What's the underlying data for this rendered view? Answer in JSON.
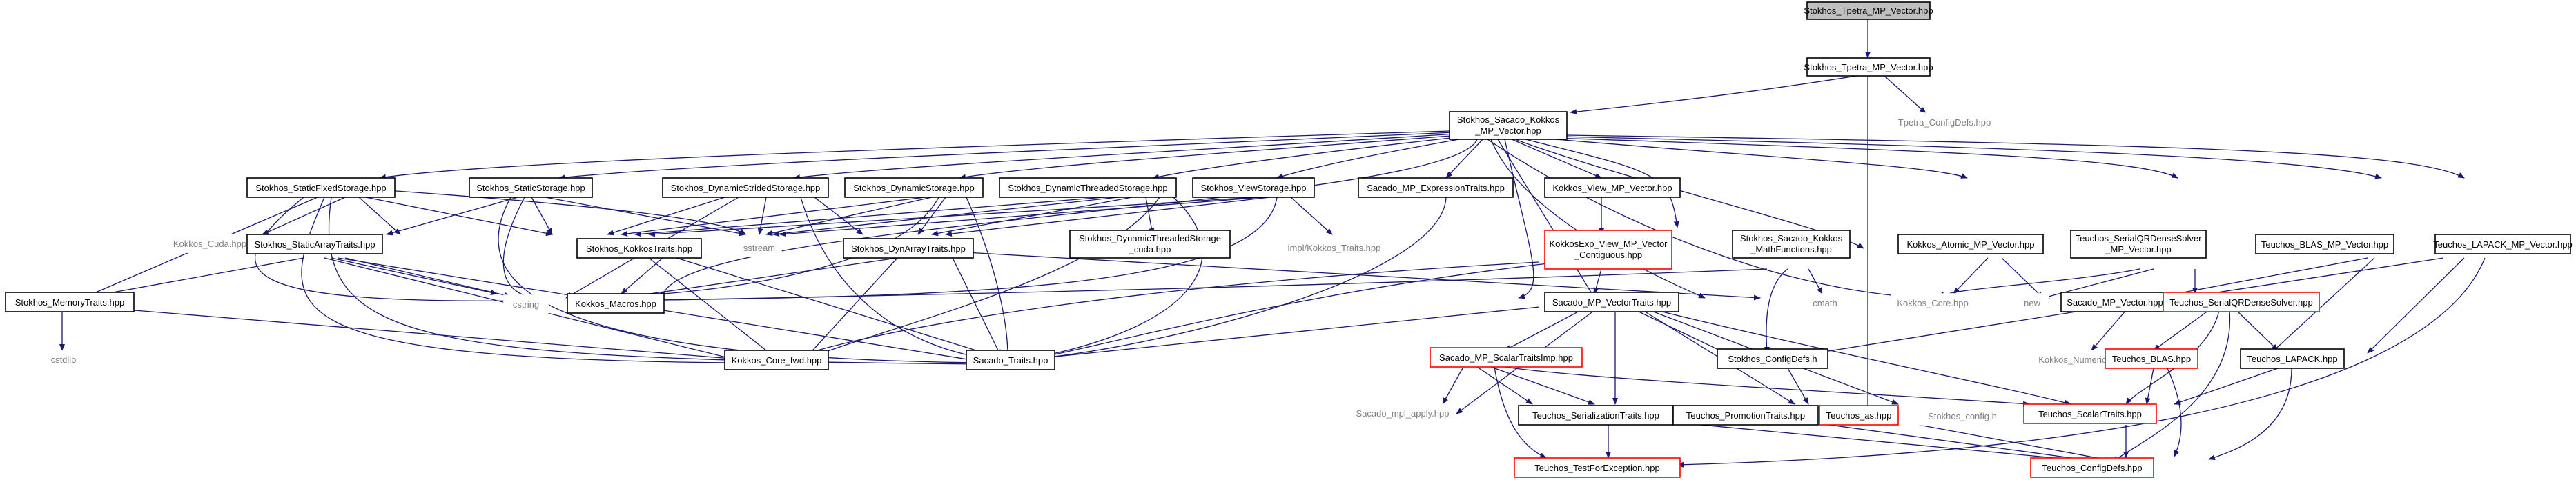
{
  "colors": {
    "edge": "#191970",
    "root_fill": "#bfbfbf",
    "red_border": "#ff0000",
    "gray_text": "#808080"
  },
  "nodes": {
    "root": "Stokhos_Tpetra_MP_Vector.hpp",
    "tpetra_mp": "Stokhos_Tpetra_MP_Vector.hpp",
    "tpetra_configdefs": "Tpetra_ConfigDefs.hpp",
    "sacado_kokkos_mp_1": "Stokhos_Sacado_Kokkos",
    "sacado_kokkos_mp_2": "_MP_Vector.hpp",
    "static_fixed": "Stokhos_StaticFixedStorage.hpp",
    "static_storage": "Stokhos_StaticStorage.hpp",
    "dyn_strided": "Stokhos_DynamicStridedStorage.hpp",
    "dyn_storage": "Stokhos_DynamicStorage.hpp",
    "dyn_threaded": "Stokhos_DynamicThreadedStorage.hpp",
    "view_storage": "Stokhos_ViewStorage.hpp",
    "sacado_mp_expr": "Sacado_MP_ExpressionTraits.hpp",
    "kokkos_view_mp": "Kokkos_View_MP_Vector.hpp",
    "kokkos_cuda": "Kokkos_Cuda.hpp",
    "static_array": "Stokhos_StaticArrayTraits.hpp",
    "kokkos_traits": "Stokhos_KokkosTraits.hpp",
    "sstream": "sstream",
    "dyn_array": "Stokhos_DynArrayTraits.hpp",
    "dyn_threaded_cuda_1": "Stokhos_DynamicThreadedStorage",
    "dyn_threaded_cuda_2": "_cuda.hpp",
    "impl_kokkos_traits": "impl/Kokkos_Traits.hpp",
    "kokkosexp_view_1": "KokkosExp_View_MP_Vector",
    "kokkosexp_view_2": "_Contiguous.hpp",
    "sacado_kokkos_math_1": "Stokhos_Sacado_Kokkos",
    "sacado_kokkos_math_2": "_MathFunctions.hpp",
    "kokkos_atomic": "Kokkos_Atomic_MP_Vector.hpp",
    "teuchos_serialqr_mp_1": "Teuchos_SerialQRDenseSolver",
    "teuchos_serialqr_mp_2": "_MP_Vector.hpp",
    "teuchos_blas_mp": "Teuchos_BLAS_MP_Vector.hpp",
    "teuchos_lapack_mp": "Teuchos_LAPACK_MP_Vector.hpp",
    "memory_traits": "Stokhos_MemoryTraits.hpp",
    "cstring": "cstring",
    "kokkos_macros": "Kokkos_Macros.hpp",
    "cmath": "cmath",
    "kokkos_core": "Kokkos_Core.hpp",
    "new": "new",
    "sacado_mp_vector": "Sacado_MP_Vector.hpp",
    "teuchos_serialqr": "Teuchos_SerialQRDenseSolver.hpp",
    "cstdlib": "cstdlib",
    "sacado_mp_vectortraits": "Sacado_MP_VectorTraits.hpp",
    "kokkos_core_fwd": "Kokkos_Core_fwd.hpp",
    "sacado_traits": "Sacado_Traits.hpp",
    "sacado_mp_scalartraitsimp": "Sacado_MP_ScalarTraitsImp.hpp",
    "stokhos_configdefs": "Stokhos_ConfigDefs.h",
    "kokkos_numeric": "Kokkos_NumericTraits.hpp",
    "teuchos_blas": "Teuchos_BLAS.hpp",
    "teuchos_lapack": "Teuchos_LAPACK.hpp",
    "sacado_mpl_apply": "Sacado_mpl_apply.hpp",
    "teuchos_serialization": "Teuchos_SerializationTraits.hpp",
    "teuchos_promotion": "Teuchos_PromotionTraits.hpp",
    "teuchos_as": "Teuchos_as.hpp",
    "stokhos_config": "Stokhos_config.h",
    "teuchos_scalartraits": "Teuchos_ScalarTraits.hpp",
    "teuchos_testforexception": "Teuchos_TestForException.hpp",
    "teuchos_configdefs": "Teuchos_ConfigDefs.hpp"
  }
}
